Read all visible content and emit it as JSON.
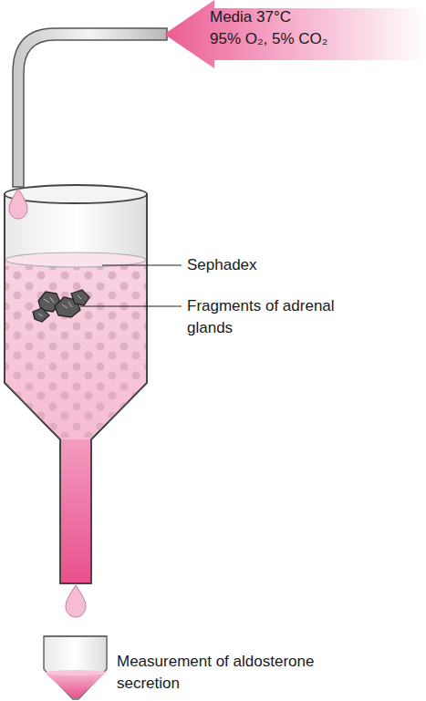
{
  "diagram": {
    "nodes": [
      {
        "text": [
          "Media 37°C",
          "95% O₂, 5% CO₂"
        ]
      }
    ],
    "labels": [
      "Sephadex",
      "Fragments of adrenal glands",
      "Measurement of aldosterone secretion"
    ]
  }
}
